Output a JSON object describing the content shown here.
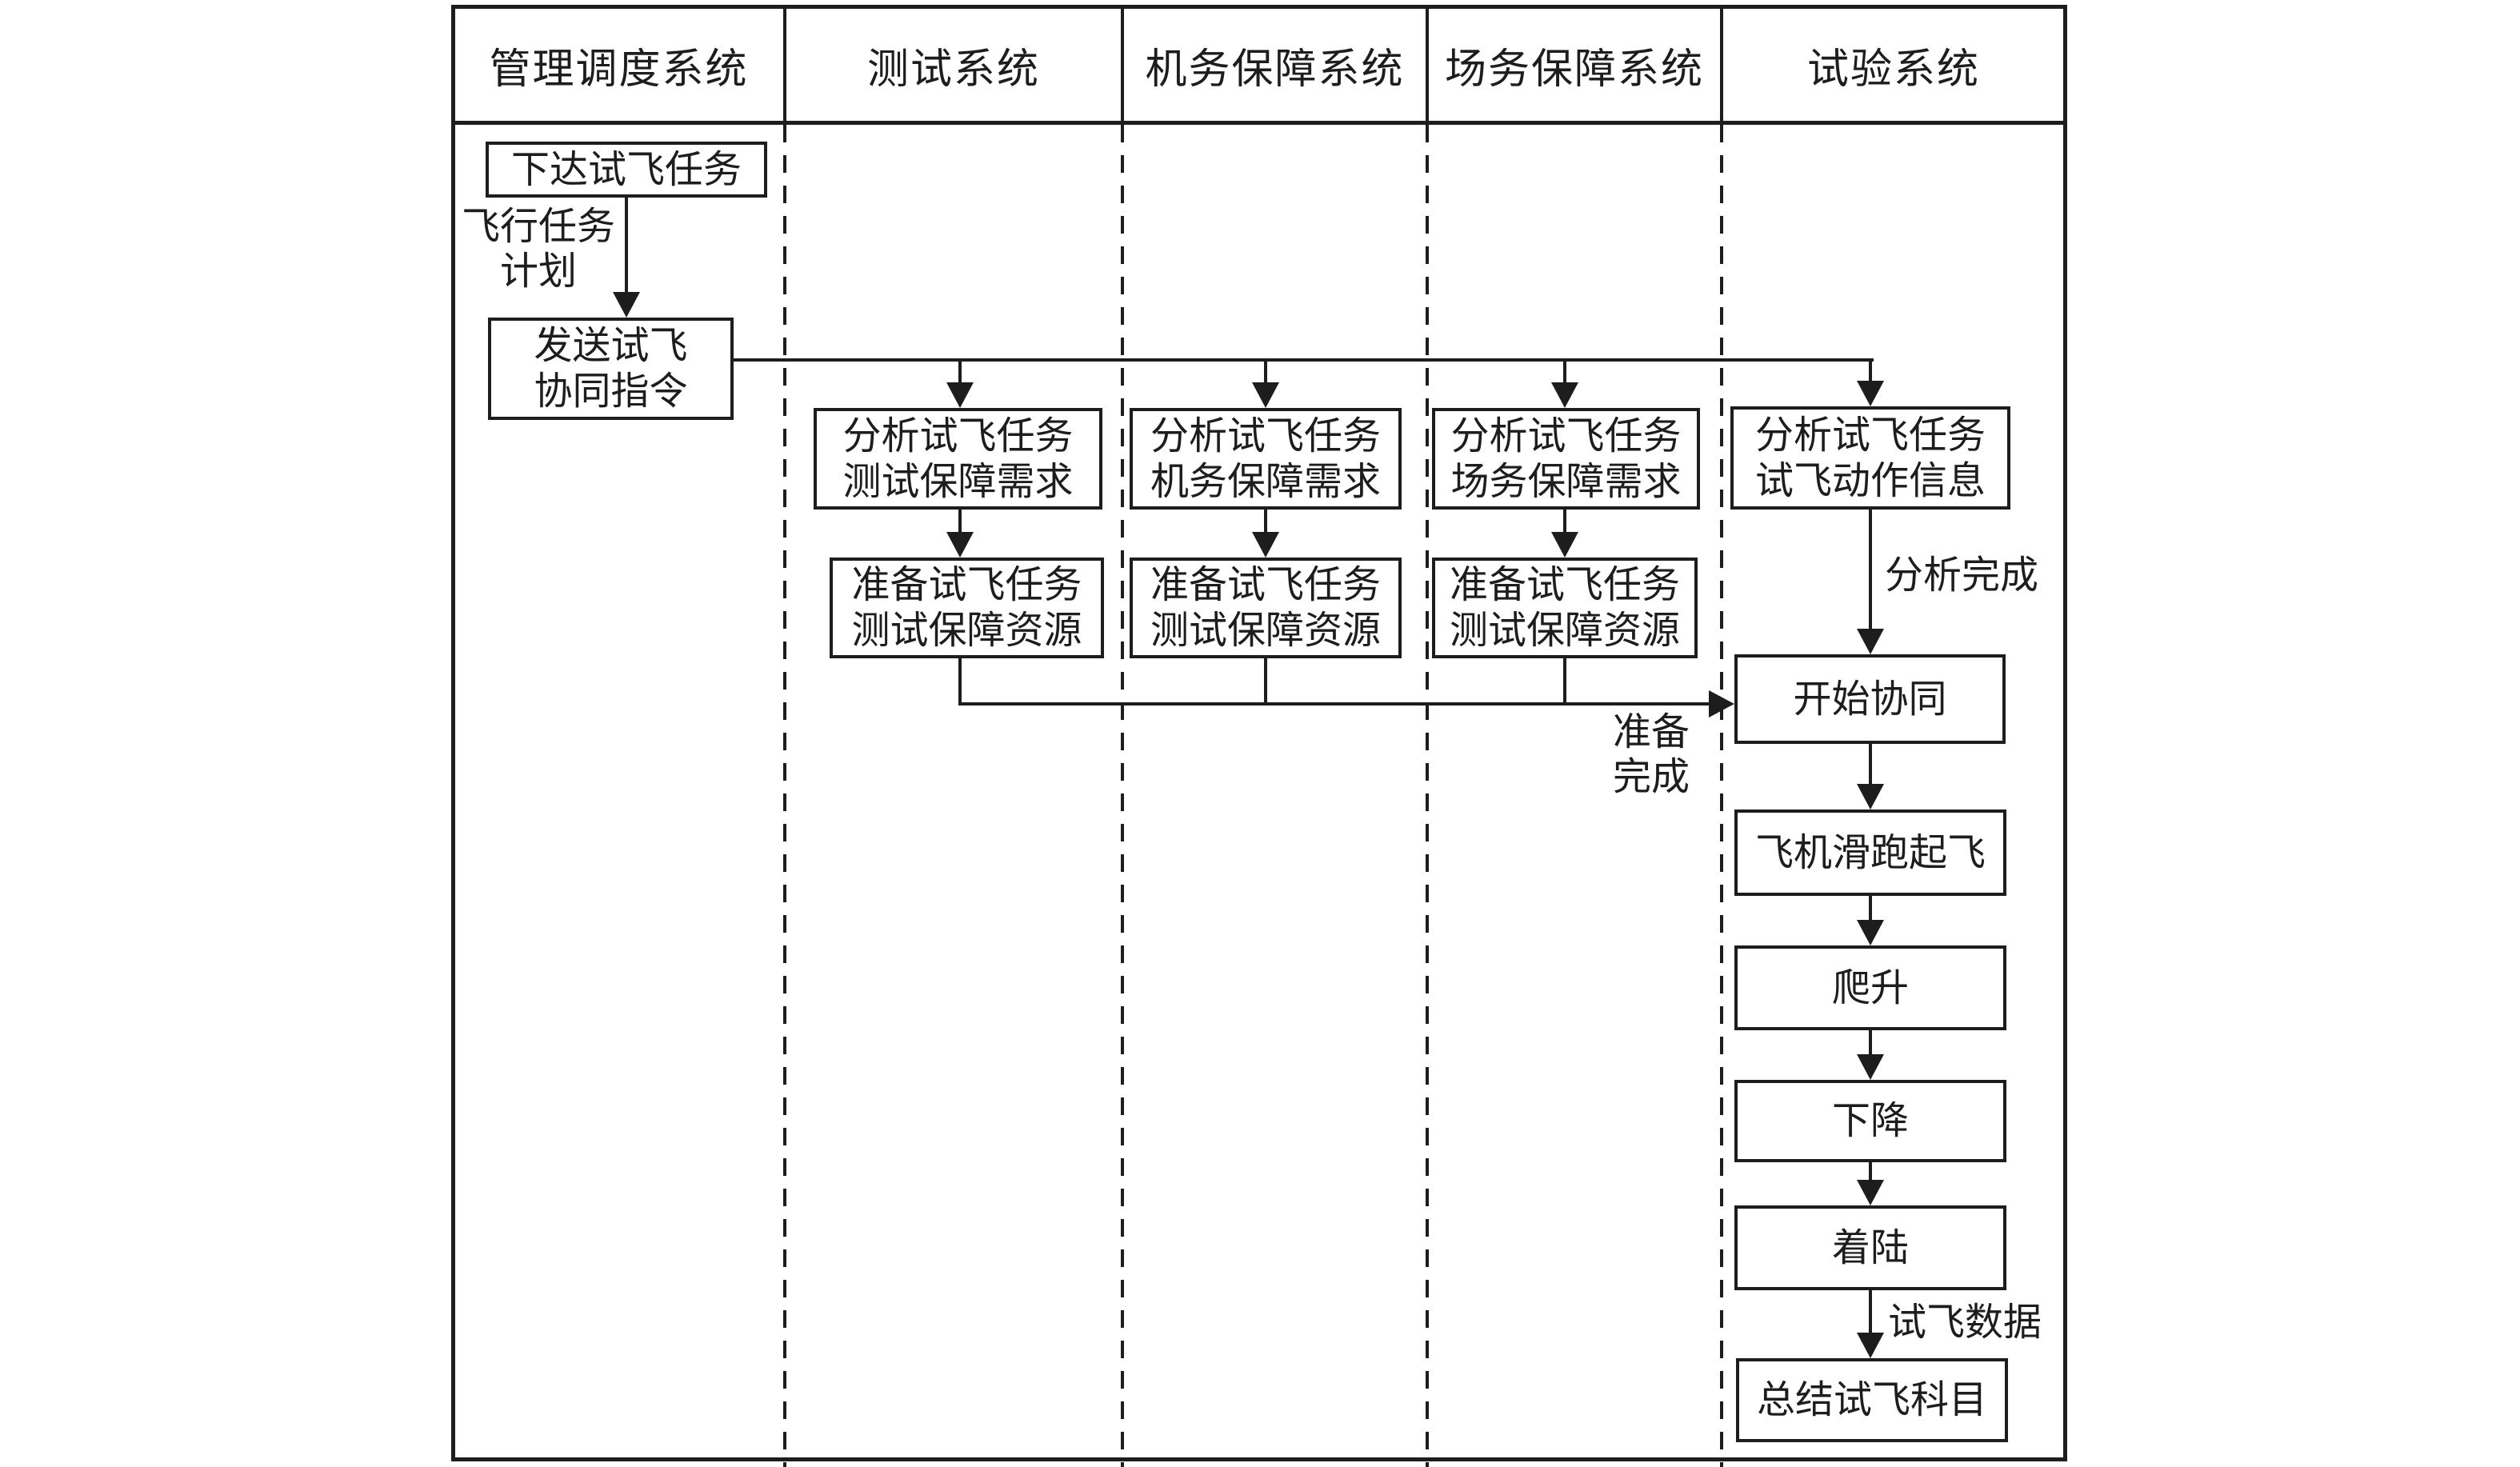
{
  "colors": {
    "ink": "#1d1d1d",
    "background": "#ffffff"
  },
  "lanes": [
    {
      "header": "管理调度系统"
    },
    {
      "header": "测试系统"
    },
    {
      "header": "机务保障系统"
    },
    {
      "header": "场务保障系统"
    },
    {
      "header": "试验系统"
    }
  ],
  "nodes": {
    "issue_task": {
      "l1": "下达试飞任务"
    },
    "send_command": {
      "l1": "发送试飞",
      "l2": "协同指令"
    },
    "analyze_test_support": {
      "l1": "分析试飞任务",
      "l2": "测试保障需求"
    },
    "prepare_test_support": {
      "l1": "准备试飞任务",
      "l2": "测试保障资源"
    },
    "analyze_maintenance_support": {
      "l1": "分析试飞任务",
      "l2": "机务保障需求"
    },
    "prepare_maintenance_support": {
      "l1": "准备试飞任务",
      "l2": "测试保障资源"
    },
    "analyze_field_support": {
      "l1": "分析试飞任务",
      "l2": "场务保障需求"
    },
    "prepare_field_support": {
      "l1": "准备试飞任务",
      "l2": "测试保障资源"
    },
    "analyze_flight_actions": {
      "l1": "分析试飞任务",
      "l2": "试飞动作信息"
    },
    "start_coordination": {
      "l1": "开始协同"
    },
    "takeoff_roll": {
      "l1": "飞机滑跑起飞"
    },
    "climb": {
      "l1": "爬升"
    },
    "descend": {
      "l1": "下降"
    },
    "land": {
      "l1": "着陆"
    },
    "summarize": {
      "l1": "总结试飞科目"
    }
  },
  "edge_labels": {
    "flight_task_plan": {
      "l1": "飞行任务",
      "l2": "计划"
    },
    "analysis_done": "分析完成",
    "preparation_done": {
      "l1": "准备",
      "l2": "完成"
    },
    "flight_data": "试飞数据"
  }
}
